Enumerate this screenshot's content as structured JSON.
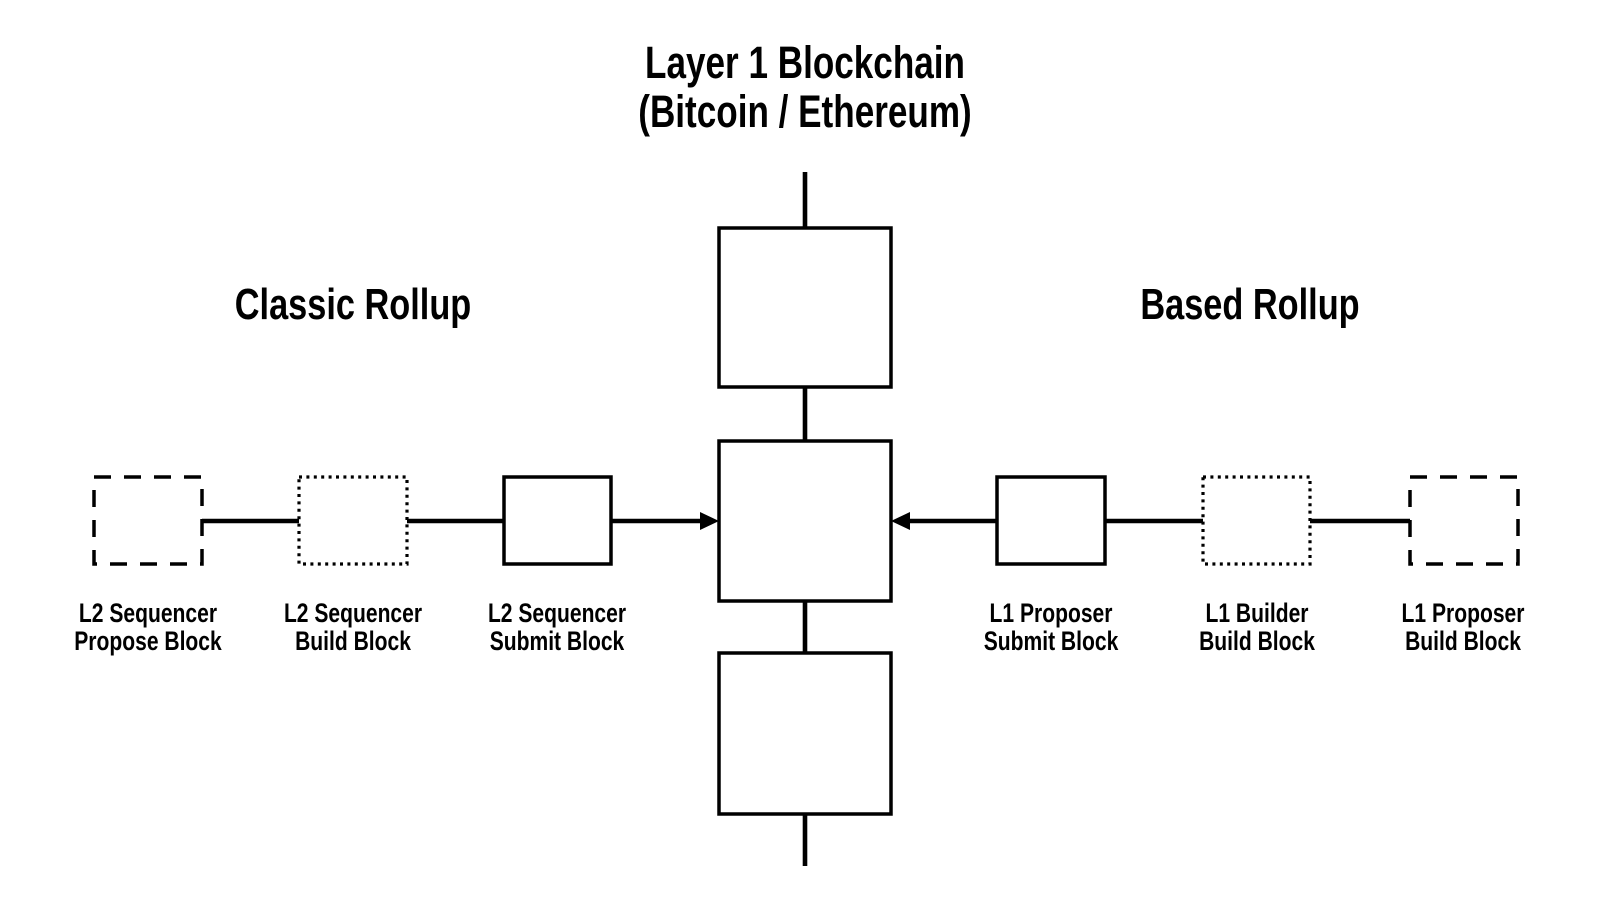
{
  "colors": {
    "ink": "#000000",
    "background": "#ffffff"
  },
  "title": {
    "line1": "Layer 1 Blockchain",
    "line2": "(Bitcoin / Ethereum)"
  },
  "classic_rollup": {
    "heading": "Classic Rollup",
    "steps": [
      {
        "line1": "L2 Sequencer",
        "line2": "Propose Block",
        "box_style": "dashed"
      },
      {
        "line1": "L2 Sequencer",
        "line2": "Build Block",
        "box_style": "dotted"
      },
      {
        "line1": "L2 Sequencer",
        "line2": "Submit Block",
        "box_style": "solid"
      }
    ]
  },
  "based_rollup": {
    "heading": "Based Rollup",
    "steps": [
      {
        "line1": "L1 Proposer",
        "line2": "Submit Block",
        "box_style": "solid"
      },
      {
        "line1": "L1 Builder",
        "line2": "Build Block",
        "box_style": "dotted"
      },
      {
        "line1": "L1 Proposer",
        "line2": "Build Block",
        "box_style": "dashed"
      }
    ]
  },
  "l1_chain": {
    "block_count": 3
  }
}
